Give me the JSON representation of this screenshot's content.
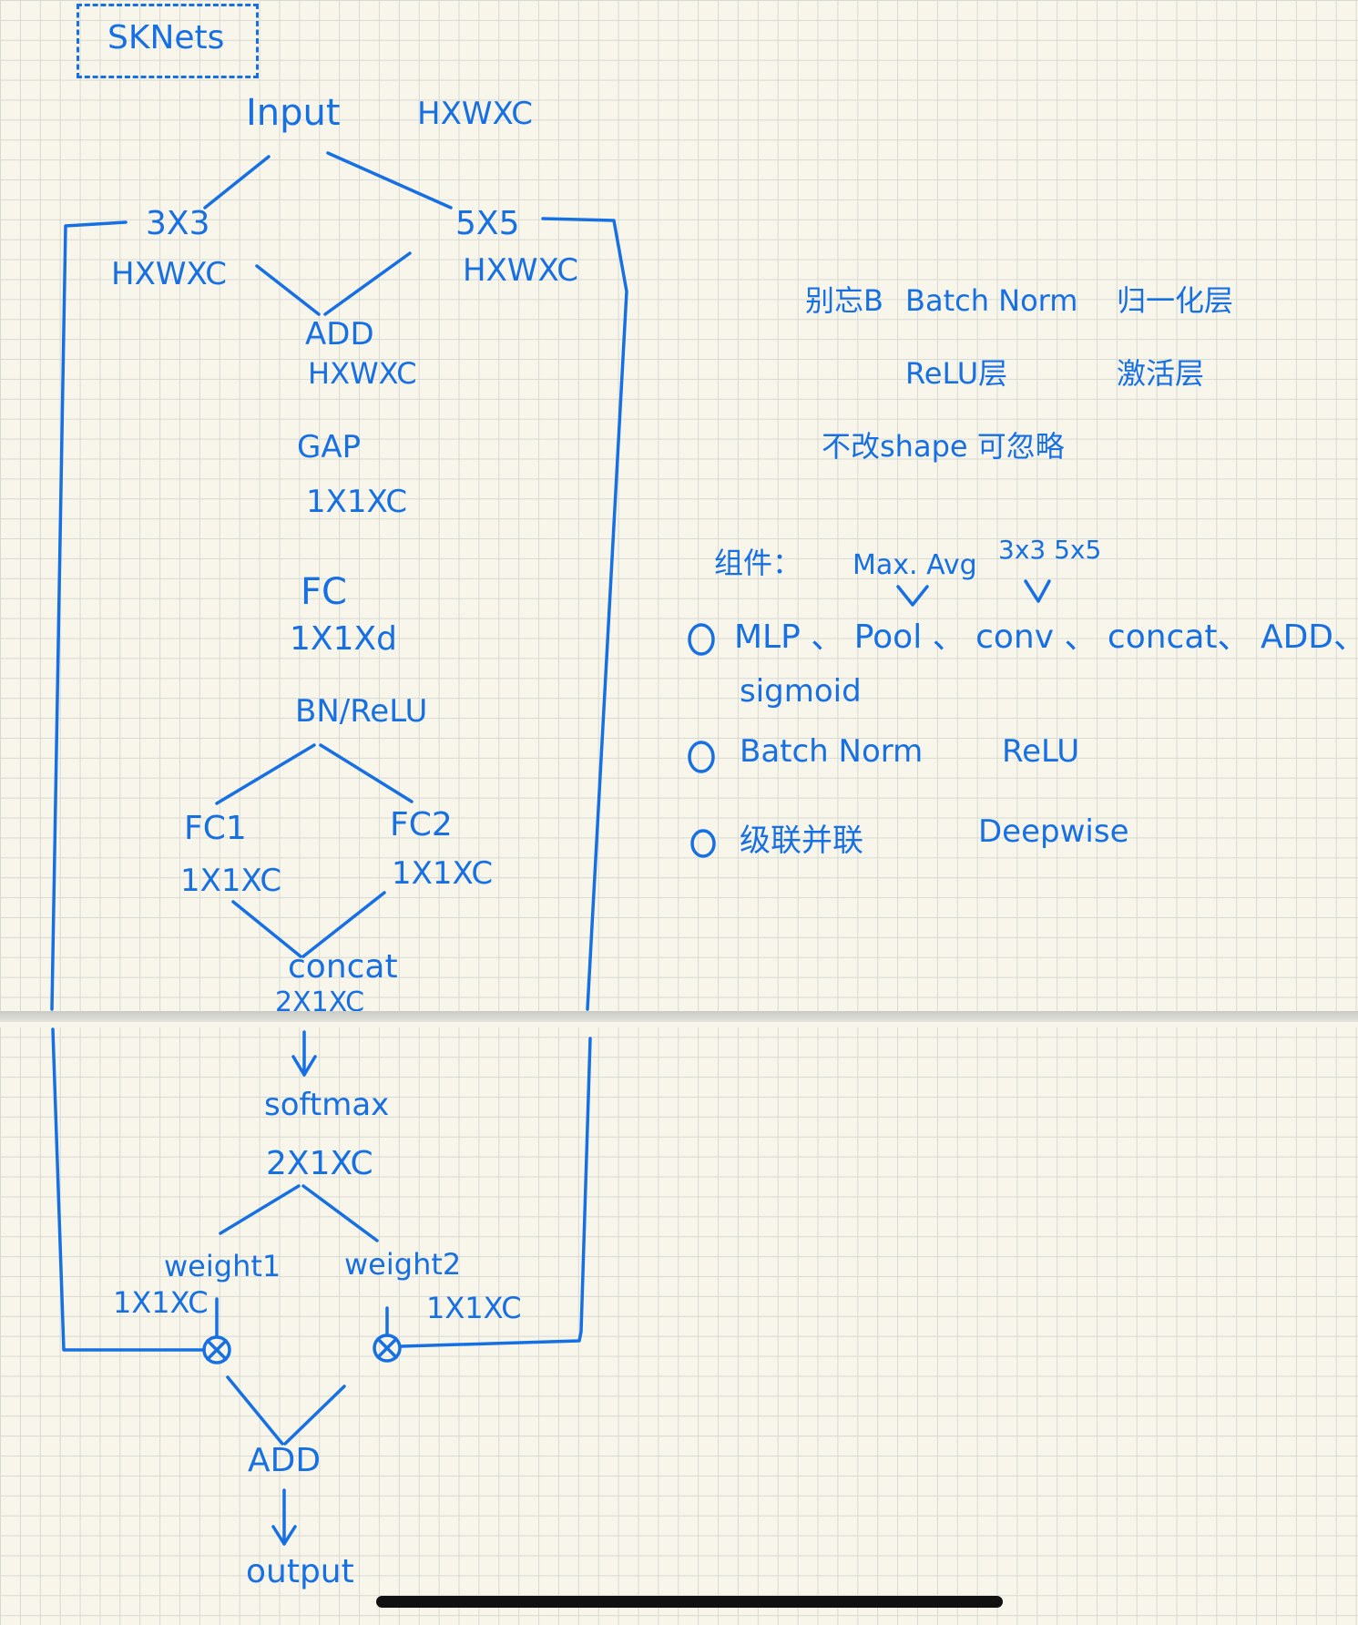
{
  "title": "SKNets",
  "flow": {
    "input": "Input",
    "input_shape": "HXWXC",
    "branch3": "3X3",
    "branch3_shape": "HXWXC",
    "branch5": "5X5",
    "branch5_shape": "HXWXC",
    "add1": "ADD",
    "add1_shape": "HXWXC",
    "gap": "GAP",
    "gap_shape": "1X1XC",
    "fc": "FC",
    "fc_shape": "1X1Xd",
    "bn_relu": "BN/ReLU",
    "fc1": "FC1",
    "fc1_shape": "1X1XC",
    "fc2": "FC2",
    "fc2_shape": "1X1XC",
    "concat": "concat",
    "concat_shape": "2X1XC",
    "softmax": "softmax",
    "softmax_shape": "2X1XC",
    "weight1": "weight1",
    "weight1_shape": "1X1XC",
    "weight2": "weight2",
    "weight2_shape": "1X1XC",
    "mult_symbol": "⊗",
    "add2": "ADD",
    "output": "output"
  },
  "notes": {
    "line1_a": "别忘B",
    "line1_b": "Batch Norm",
    "line1_c": "归一化层",
    "line2_a": "ReLU层",
    "line2_c": "激活层",
    "line3": "不改shape 可忽略",
    "components_label": "组件：",
    "pool_types": "Max. Avg",
    "conv_types": "3x3 5x5",
    "bullet1": "MLP 、 Pool 、 conv 、 concat、 ADD、",
    "bullet1_cont": "sigmoid",
    "bullet2_a": "Batch Norm",
    "bullet2_b": "ReLU",
    "bullet3_a": "级联并联",
    "bullet3_b": "Deepwise"
  },
  "colors": {
    "ink": "#1670e3",
    "paper": "#f8f6ea",
    "grid": "#d7d9d3"
  }
}
